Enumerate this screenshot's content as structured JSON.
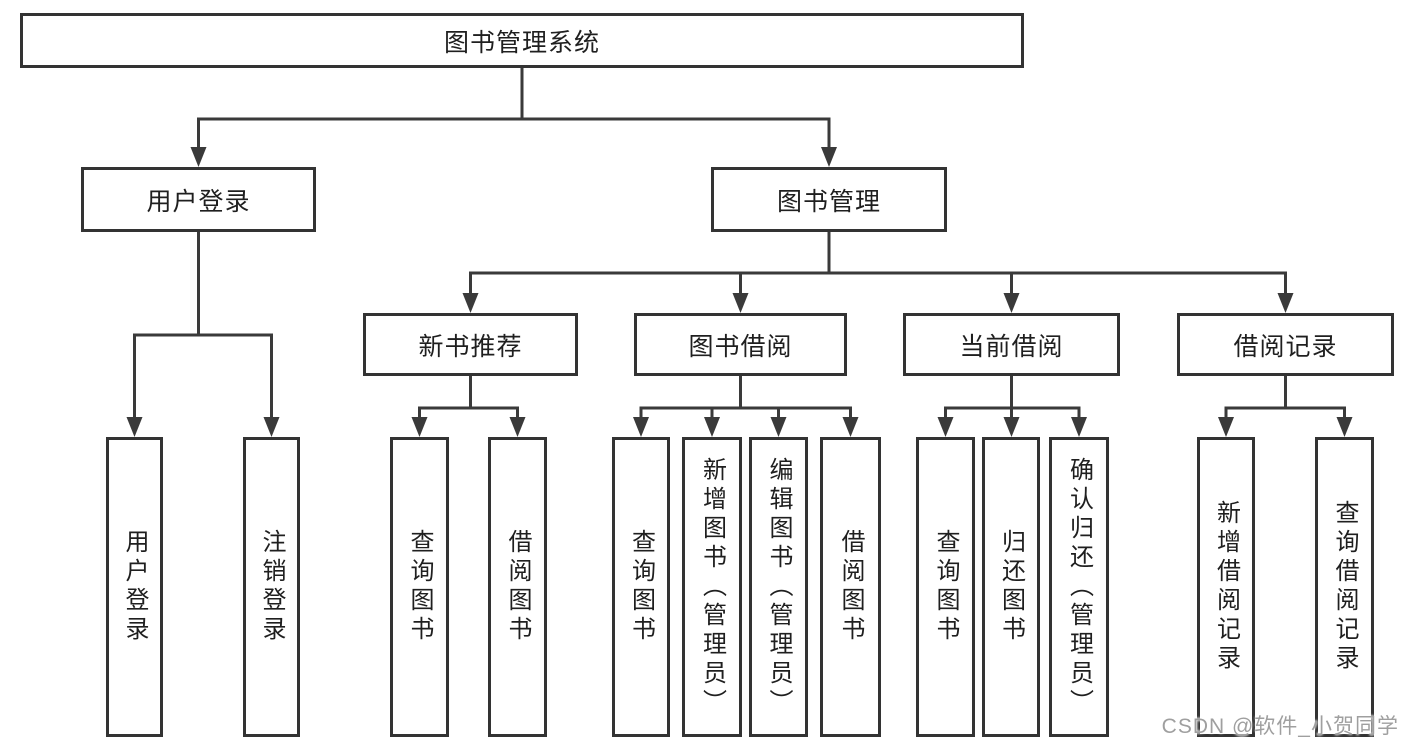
{
  "page": {
    "watermark": "CSDN @软件_小贺同学"
  },
  "colors": {
    "line": "#3a3a3a",
    "box_border": "#333333",
    "text": "#1f1f1f",
    "background": "#ffffff",
    "watermark": "#9f9f9f"
  },
  "nodes": {
    "root": {
      "label": "图书管理系统"
    },
    "user_login": {
      "label": "用户登录"
    },
    "book_mgmt": {
      "label": "图书管理"
    },
    "new_book": {
      "label": "新书推荐"
    },
    "borrow": {
      "label": "图书借阅"
    },
    "current": {
      "label": "当前借阅"
    },
    "records": {
      "label": "借阅记录"
    },
    "leaves": {
      "user_login_1": {
        "label": "用户登录"
      },
      "user_login_2": {
        "label": "注销登录"
      },
      "new_book_1": {
        "label": "查询图书"
      },
      "new_book_2": {
        "label": "借阅图书"
      },
      "borrow_1": {
        "label": "查询图书"
      },
      "borrow_2": {
        "label": "新增图书（管理员）"
      },
      "borrow_3": {
        "label": "编辑图书（管理员）"
      },
      "borrow_4": {
        "label": "借阅图书"
      },
      "current_1": {
        "label": "查询图书"
      },
      "current_2": {
        "label": "归还图书"
      },
      "current_3": {
        "label": "确认归还（管理员）"
      },
      "records_1": {
        "label": "新增借阅记录"
      },
      "records_2": {
        "label": "查询借阅记录"
      }
    }
  }
}
